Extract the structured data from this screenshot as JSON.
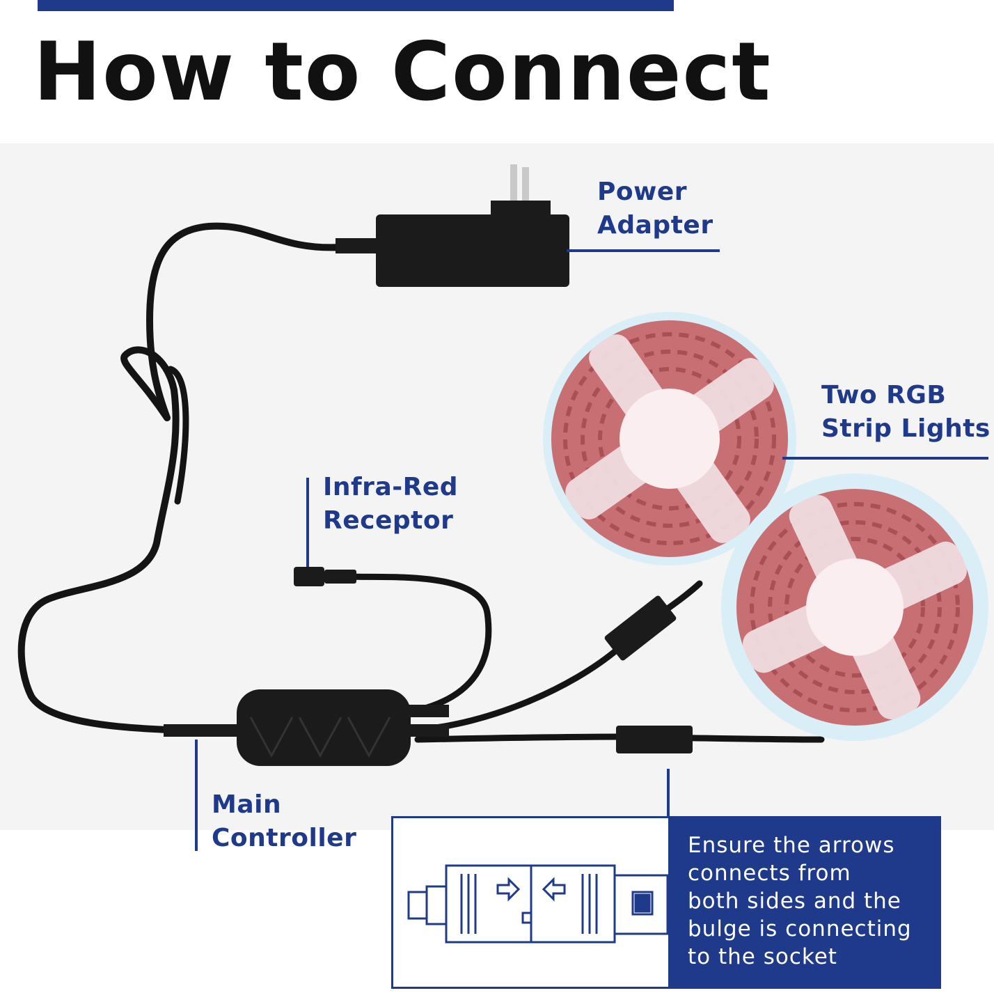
{
  "title": "How to Connect",
  "labels": {
    "power_adapter": [
      "Power",
      "Adapter"
    ],
    "strip_lights": [
      "Two RGB",
      "Strip Lights"
    ],
    "ir_receptor": [
      "Infra-Red",
      "Receptor"
    ],
    "main_controller": [
      "Main",
      "Controller"
    ]
  },
  "inset": {
    "lines": [
      "Ensure the arrows",
      "connects from",
      "both sides and the",
      "bulge is connecting",
      "to the socket"
    ]
  },
  "colors": {
    "accent": "#1f3a8a",
    "strip": "#c86f73",
    "cable": "#141414"
  }
}
